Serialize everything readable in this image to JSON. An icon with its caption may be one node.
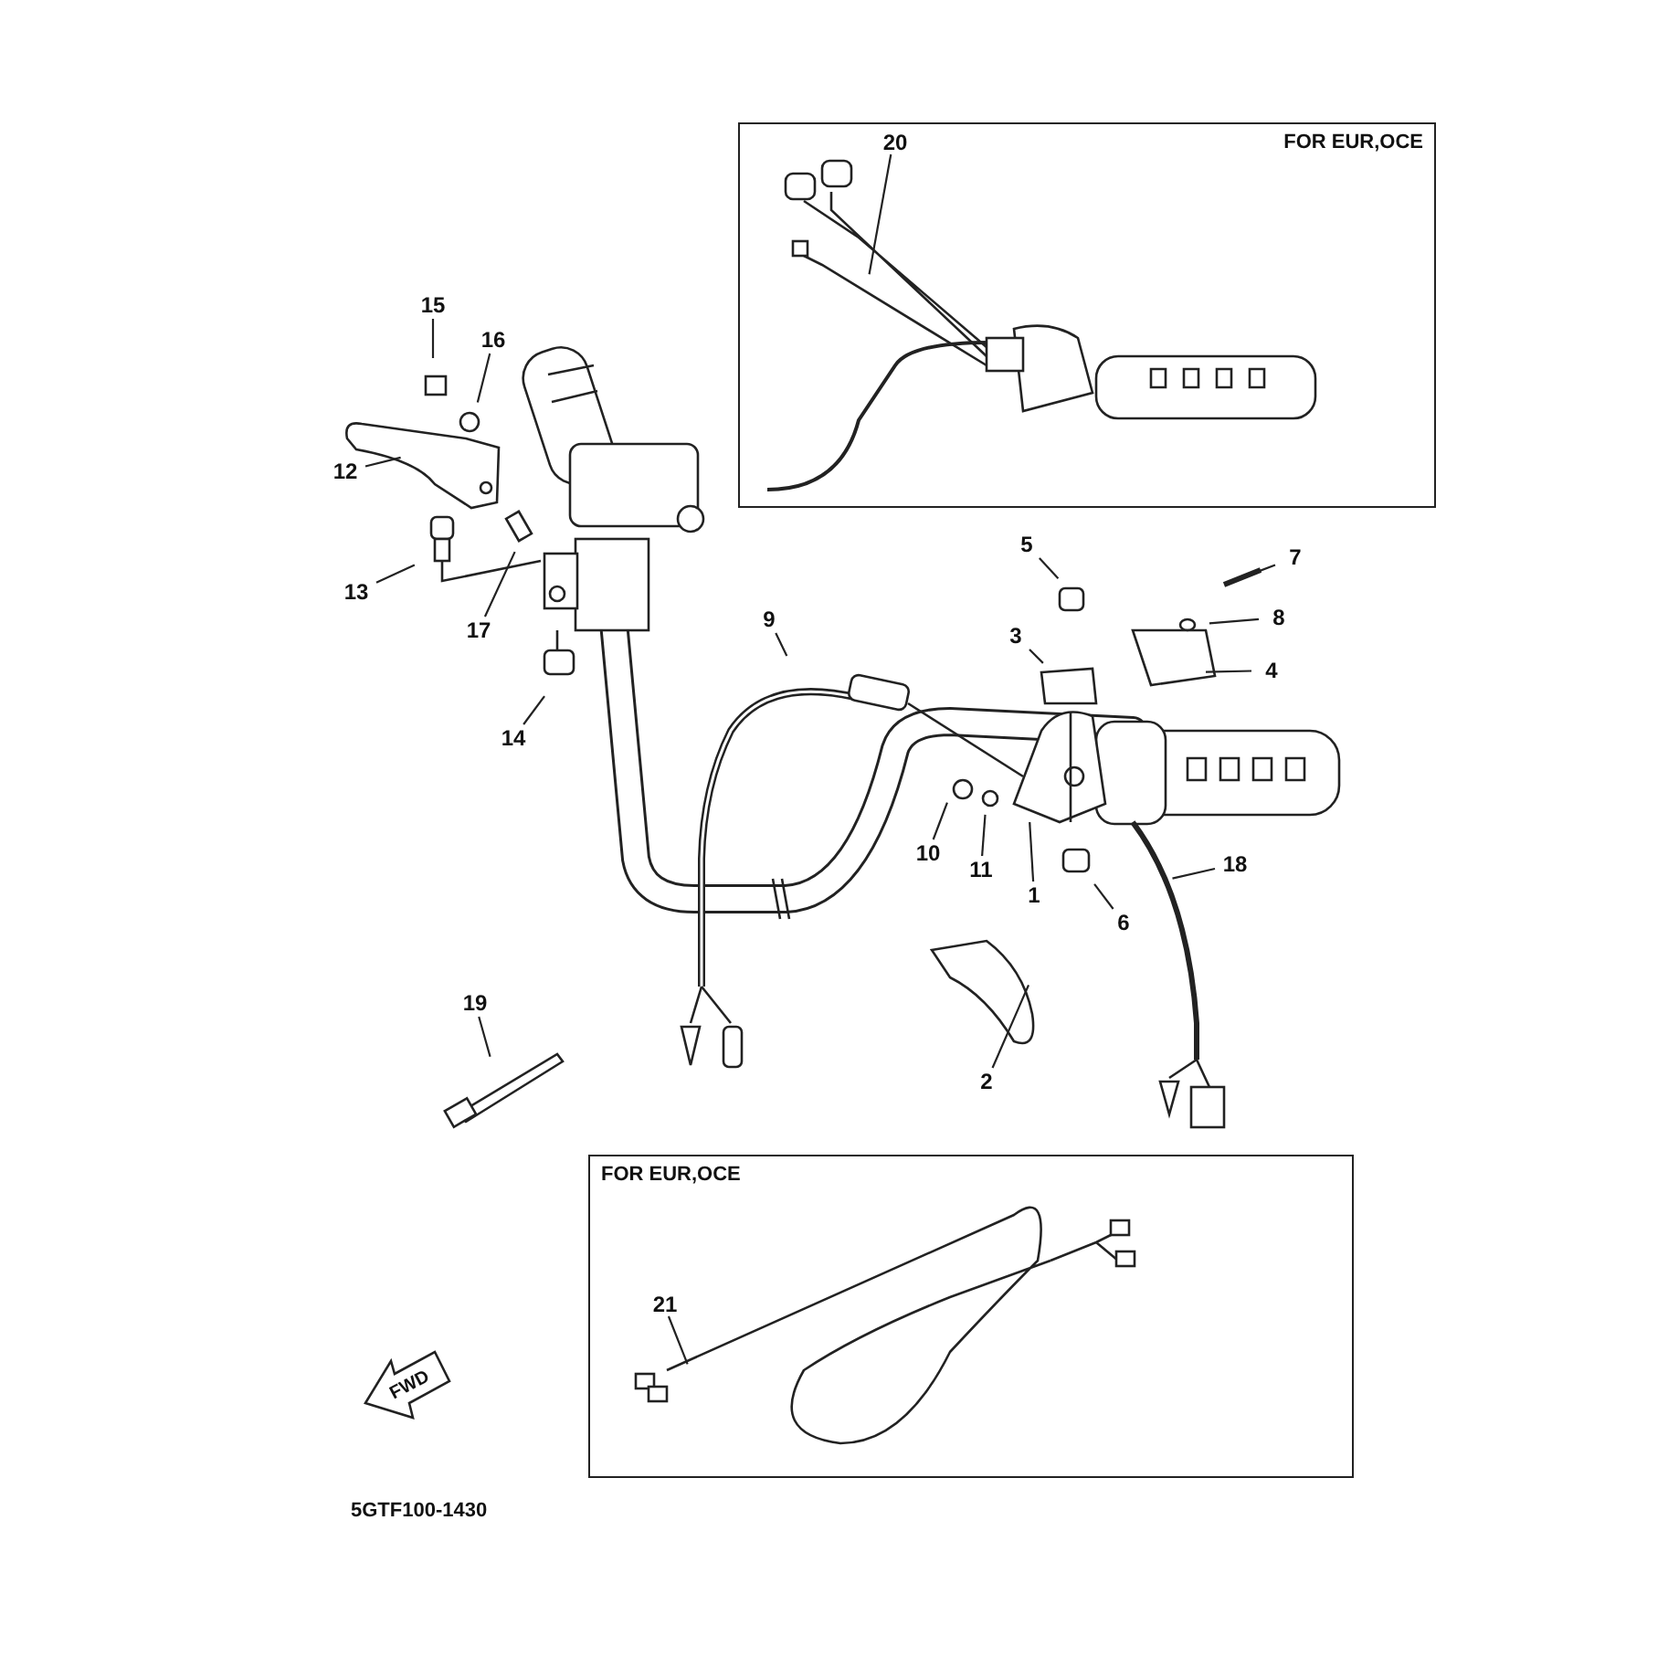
{
  "diagram": {
    "nodes": [
      {
        "text": [
          "FOR EUR,OCE"
        ]
      },
      {
        "text": [
          "20"
        ],
        "in": 0
      },
      {
        "text": [
          "1"
        ]
      },
      {
        "text": [
          "2"
        ]
      },
      {
        "text": [
          "3"
        ]
      },
      {
        "text": [
          "4"
        ]
      },
      {
        "text": [
          "5"
        ]
      },
      {
        "text": [
          "6"
        ]
      },
      {
        "text": [
          "7"
        ]
      },
      {
        "text": [
          "8"
        ]
      },
      {
        "text": [
          "9"
        ]
      },
      {
        "text": [
          "10"
        ]
      },
      {
        "text": [
          "11"
        ]
      },
      {
        "text": [
          "12"
        ]
      },
      {
        "text": [
          "13"
        ]
      },
      {
        "text": [
          "14"
        ]
      },
      {
        "text": [
          "15"
        ]
      },
      {
        "text": [
          "16"
        ]
      },
      {
        "text": [
          "17"
        ]
      },
      {
        "text": [
          "18"
        ]
      },
      {
        "text": [
          "19"
        ]
      },
      {
        "text": [
          "FOR EUR,OCE"
        ]
      },
      {
        "text": [
          "21"
        ],
        "in": 21
      }
    ],
    "edges": [
      {
        "from": 1,
        "to": null,
        "arrow": "none"
      },
      {
        "from": 2,
        "to": null,
        "arrow": "none"
      },
      {
        "from": 3,
        "to": null,
        "arrow": "none"
      },
      {
        "from": 4,
        "to": null,
        "arrow": "none"
      },
      {
        "from": 5,
        "to": null,
        "arrow": "none"
      },
      {
        "from": 6,
        "to": null,
        "arrow": "none"
      },
      {
        "from": 7,
        "to": null,
        "arrow": "none"
      },
      {
        "from": 8,
        "to": null,
        "arrow": "none"
      },
      {
        "from": 9,
        "to": null,
        "arrow": "none"
      },
      {
        "from": 10,
        "to": null,
        "arrow": "none"
      },
      {
        "from": 11,
        "to": null,
        "arrow": "none"
      },
      {
        "from": 12,
        "to": null,
        "arrow": "none"
      },
      {
        "from": 13,
        "to": null,
        "arrow": "none"
      },
      {
        "from": 14,
        "to": null,
        "arrow": "none"
      },
      {
        "from": 15,
        "to": null,
        "arrow": "none"
      },
      {
        "from": 16,
        "to": null,
        "arrow": "none"
      },
      {
        "from": 17,
        "to": null,
        "arrow": "none"
      },
      {
        "from": 18,
        "to": null,
        "arrow": "none"
      },
      {
        "from": 19,
        "to": null,
        "arrow": "none"
      },
      {
        "from": 20,
        "to": null,
        "arrow": "none"
      },
      {
        "from": 22,
        "to": null,
        "arrow": "none"
      }
    ],
    "labels": [
      "FWD",
      "5GTF100-1430"
    ]
  }
}
